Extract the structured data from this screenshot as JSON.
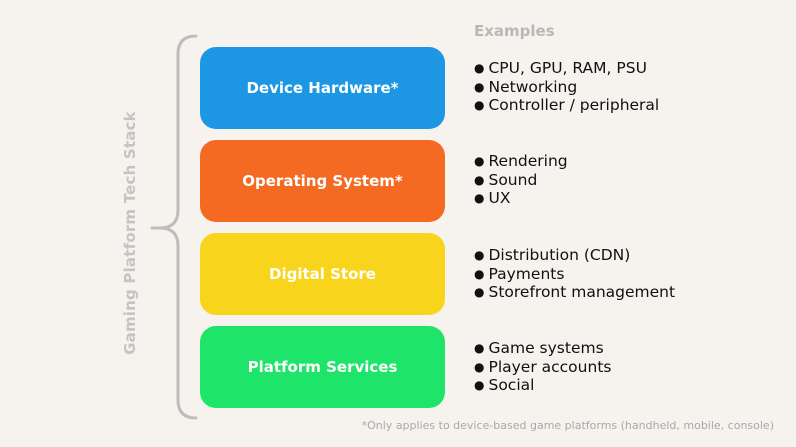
{
  "stack_label": "Gaming Platform Tech Stack",
  "examples_heading": "Examples",
  "colors": {
    "device_hardware": "#1d97e3",
    "operating_system": "#f56a22",
    "digital_store": "#f8d41c",
    "platform_services": "#1fe46a",
    "bracket": "#bdbdbd"
  },
  "layers": [
    {
      "label": "Device Hardware*",
      "examples": [
        "CPU, GPU, RAM, PSU",
        "Networking",
        "Controller / peripheral"
      ]
    },
    {
      "label": "Operating System*",
      "examples": [
        "Rendering",
        "Sound",
        "UX"
      ]
    },
    {
      "label": "Digital Store",
      "examples": [
        "Distribution (CDN)",
        "Payments",
        "Storefront management"
      ]
    },
    {
      "label": "Platform Services",
      "examples": [
        "Game systems",
        "Player accounts",
        "Social"
      ]
    }
  ],
  "footnote": "*Only applies to device-based game platforms (handheld, mobile, console)"
}
